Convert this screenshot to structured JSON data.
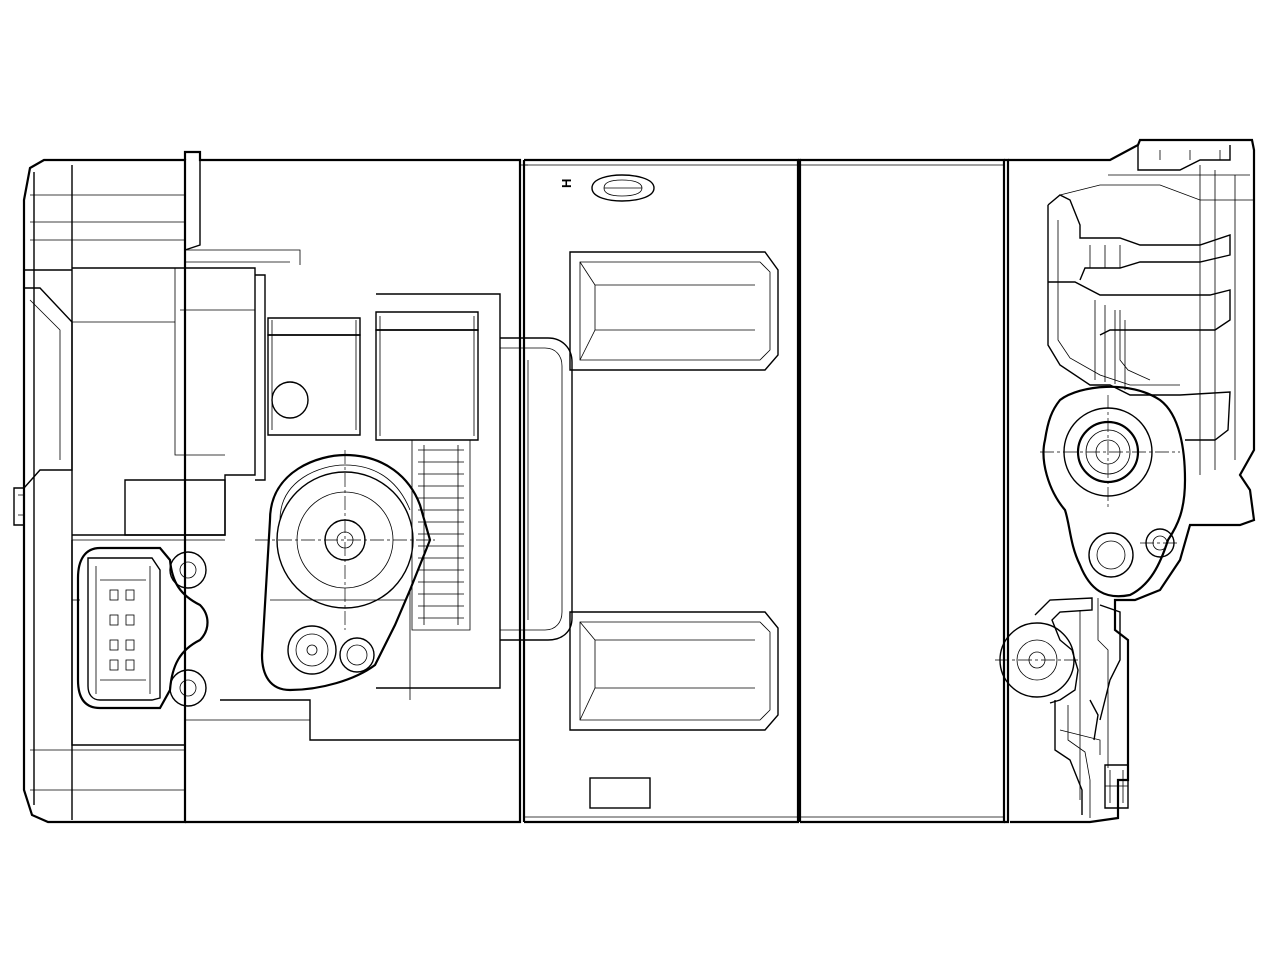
{
  "drawing": {
    "subject": "air-conditioning-compressor",
    "view": "side-elevation",
    "stroke_color": "#000000",
    "background_color": "#ffffff",
    "housing_marking": "H"
  }
}
